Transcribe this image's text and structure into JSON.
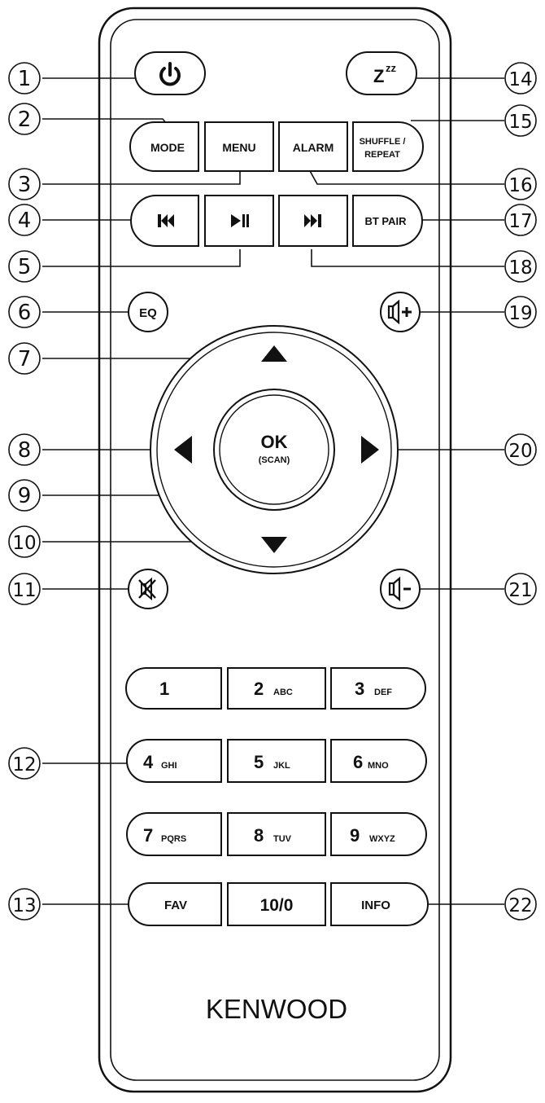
{
  "brand": "KENWOOD",
  "buttons": {
    "power": "power-icon",
    "sleep": "Z",
    "sleep_sup": "zz",
    "mode": "MODE",
    "menu": "MENU",
    "alarm": "ALARM",
    "shuffle_line1": "SHUFFLE /",
    "shuffle_line2": "REPEAT",
    "bt_pair": "BT PAIR",
    "eq": "EQ",
    "ok": "OK",
    "scan": "(SCAN)",
    "fav": "FAV",
    "ten_zero": "10/0",
    "info": "INFO"
  },
  "keypad": [
    {
      "digit": "1",
      "letters": ""
    },
    {
      "digit": "2",
      "letters": "ABC"
    },
    {
      "digit": "3",
      "letters": "DEF"
    },
    {
      "digit": "4",
      "letters": "GHI"
    },
    {
      "digit": "5",
      "letters": "JKL"
    },
    {
      "digit": "6",
      "letters": "MNO"
    },
    {
      "digit": "7",
      "letters": "PQRS"
    },
    {
      "digit": "8",
      "letters": "TUV"
    },
    {
      "digit": "9",
      "letters": "WXYZ"
    }
  ],
  "callouts": [
    "1",
    "2",
    "3",
    "4",
    "5",
    "6",
    "7",
    "8",
    "9",
    "10",
    "11",
    "12",
    "13",
    "14",
    "15",
    "16",
    "17",
    "18",
    "19",
    "20",
    "21",
    "22"
  ],
  "icons": {
    "prev": "skip-previous-icon",
    "play_pause": "play-pause-icon",
    "next": "skip-next-icon",
    "vol_up": "volume-up-icon",
    "vol_down": "volume-down-icon",
    "mute": "mute-icon",
    "up": "arrow-up-icon",
    "down": "arrow-down-icon",
    "left": "arrow-left-icon",
    "right": "arrow-right-icon"
  }
}
